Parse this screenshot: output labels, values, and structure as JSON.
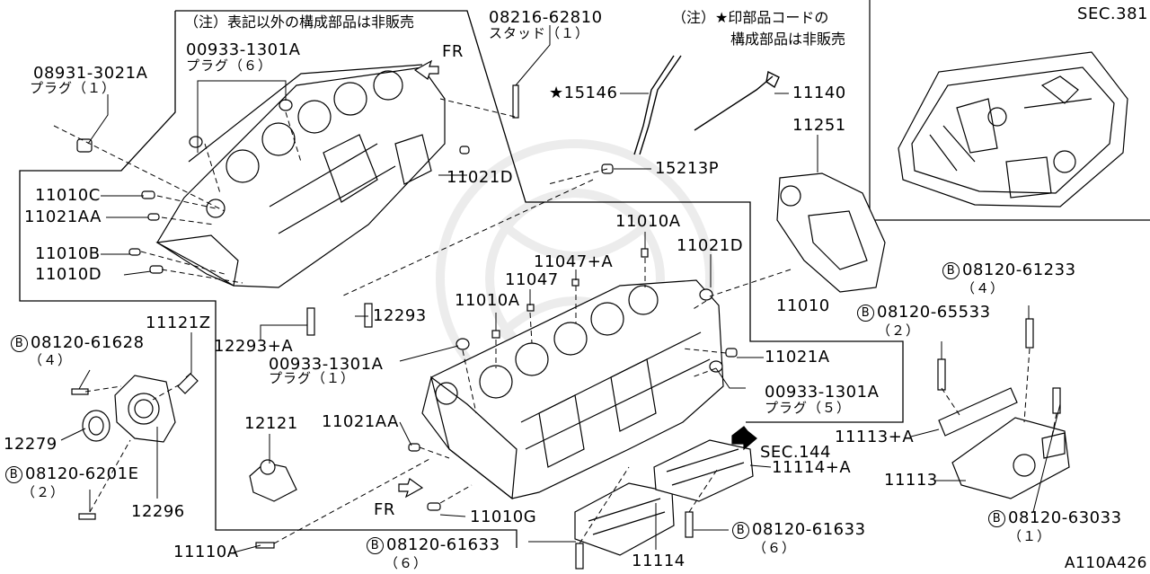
{
  "diagram_code": "A110A426",
  "notes": {
    "note_left": "（注）表記以外の構成部品は非販売",
    "note_right_1": "（注）★印部品コードの",
    "note_right_2": "構成部品は非販売"
  },
  "inset": {
    "section": "SEC.381"
  },
  "fr_marks": {
    "fr_top": "FR",
    "fr_bottom": "FR"
  },
  "sec144": "SEC.144",
  "parts": {
    "p08931_3021A": {
      "code": "08931-3021A",
      "desc": "プラグ（１）"
    },
    "p00933_1301A_top": {
      "code": "00933-1301A",
      "desc": "プラグ（６）"
    },
    "p08216_62810": {
      "code": "08216-62810",
      "desc": "スタッド（１）"
    },
    "p15146": {
      "code": "★15146"
    },
    "p11140": {
      "code": "11140"
    },
    "p11251": {
      "code": "11251"
    },
    "p15213P": {
      "code": "15213P"
    },
    "p11021D_top": {
      "code": "11021D"
    },
    "p11010C": {
      "code": "11010C"
    },
    "p11021AA_top": {
      "code": "11021AA"
    },
    "p11010B": {
      "code": "11010B"
    },
    "p11010D": {
      "code": "11010D"
    },
    "p11010A_right": {
      "code": "11010A"
    },
    "p11021D_right": {
      "code": "11021D"
    },
    "p11047_A": {
      "code": "11047+A"
    },
    "p11047": {
      "code": "11047"
    },
    "p11010A_mid": {
      "code": "11010A"
    },
    "p11010": {
      "code": "11010"
    },
    "p12293": {
      "code": "12293"
    },
    "p12293_A": {
      "code": "12293+A"
    },
    "p00933_1301A_mid": {
      "code": "00933-1301A",
      "desc": "プラグ（１）"
    },
    "p11021A": {
      "code": "11021A"
    },
    "p00933_1301A_right": {
      "code": "00933-1301A",
      "desc": "プラグ（５）"
    },
    "p11121Z": {
      "code": "11121Z"
    },
    "b08120_61628": {
      "mark": "B",
      "code": "08120-61628",
      "qty": "（４）"
    },
    "p12279": {
      "code": "12279"
    },
    "b08120_6201E": {
      "mark": "B",
      "code": "08120-6201E",
      "qty": "（２）"
    },
    "p12296": {
      "code": "12296"
    },
    "p12121": {
      "code": "12121"
    },
    "p11021AA_bottom": {
      "code": "11021AA"
    },
    "p11010G": {
      "code": "11010G"
    },
    "p11110A": {
      "code": "11110A"
    },
    "b08120_61633_bottom": {
      "mark": "B",
      "code": "08120-61633",
      "qty": "（６）"
    },
    "p11114": {
      "code": "11114"
    },
    "b08120_61633_right": {
      "mark": "B",
      "code": "08120-61633",
      "qty": "（６）"
    },
    "p11114_A": {
      "code": "11114+A"
    },
    "b08120_61233": {
      "mark": "B",
      "code": "08120-61233",
      "qty": "（４）"
    },
    "b08120_65533": {
      "mark": "B",
      "code": "08120-65533",
      "qty": "（２）"
    },
    "p11113_A": {
      "code": "11113+A"
    },
    "p11113": {
      "code": "11113"
    },
    "b08120_63033": {
      "mark": "B",
      "code": "08120-63033",
      "qty": "（１）"
    }
  }
}
